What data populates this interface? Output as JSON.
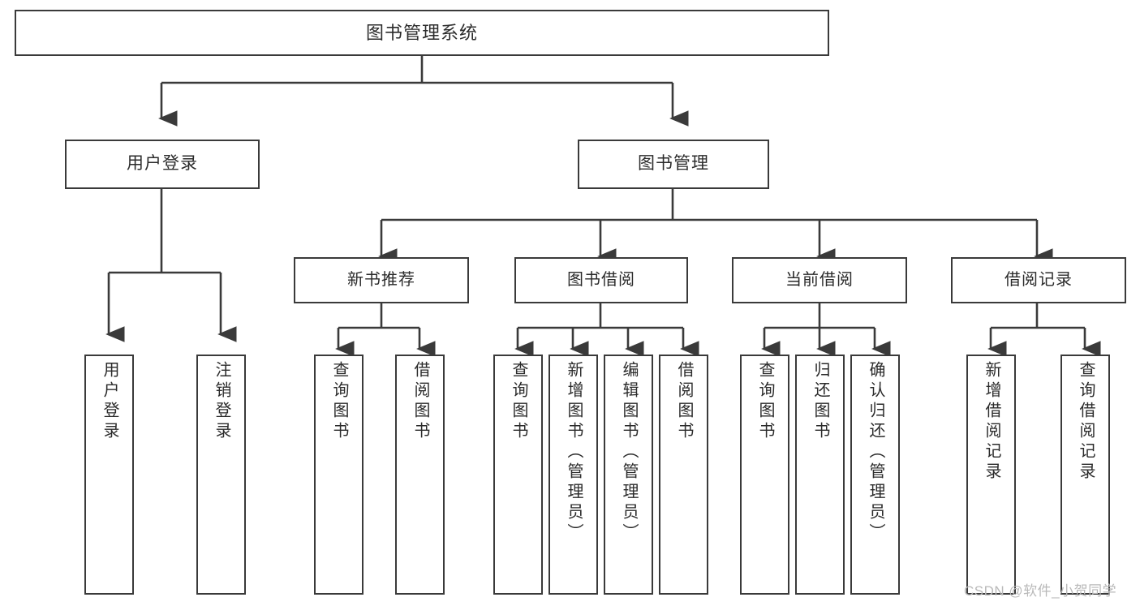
{
  "diagram": {
    "type": "tree-hierarchy",
    "title": "图书管理系统",
    "orientation": "top-down",
    "edge_color": "#3a3a3a",
    "node_border_color": "#3a3a3a",
    "node_fill_color": "#ffffff",
    "text_color": "#2b2b2b"
  },
  "nodes": {
    "root": {
      "label": "图书管理系统",
      "level": 0
    },
    "level1": [
      {
        "label": "用户登录",
        "level": 1
      },
      {
        "label": "图书管理",
        "level": 1
      }
    ],
    "level2": [
      {
        "label": "新书推荐",
        "level": 2
      },
      {
        "label": "图书借阅",
        "level": 2
      },
      {
        "label": "当前借阅",
        "level": 2
      },
      {
        "label": "借阅记录",
        "level": 2
      }
    ],
    "leaves": {
      "user_login": [
        {
          "label": "用户登录"
        },
        {
          "label": "注销登录"
        }
      ],
      "new_book_recommend": [
        {
          "label": "查询图书"
        },
        {
          "label": "借阅图书"
        }
      ],
      "book_borrow": [
        {
          "label": "查询图书"
        },
        {
          "label": "新增图书（管理员）"
        },
        {
          "label": "编辑图书（管理员）"
        },
        {
          "label": "借阅图书"
        }
      ],
      "current_borrow": [
        {
          "label": "查询图书"
        },
        {
          "label": "归还图书"
        },
        {
          "label": "确认归还（管理员）"
        }
      ],
      "borrow_record": [
        {
          "label": "新增借阅记录"
        },
        {
          "label": "查询借阅记录"
        }
      ]
    }
  },
  "watermark": {
    "text": "CSDN @软件_小贺同学"
  }
}
